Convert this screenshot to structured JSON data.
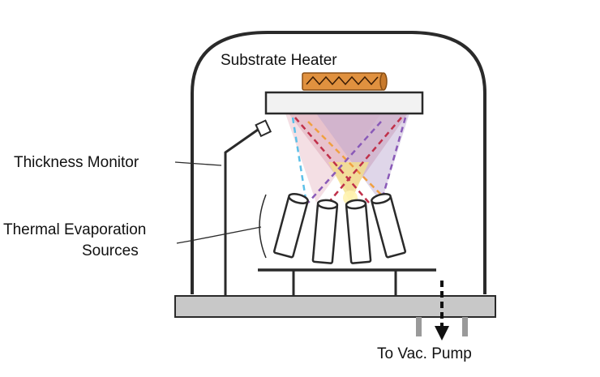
{
  "labels": {
    "substrate_heater": "Substrate Heater",
    "thickness_monitor": "Thickness Monitor",
    "evaporation_sources_line1": "Thermal Evaporation",
    "evaporation_sources_line2": "Sources",
    "vacuum_pump": "To Vac. Pump"
  },
  "colors": {
    "outline": "#2a2a2a",
    "base_plate": "#c8c8c8",
    "heater": "#e0913f",
    "substrate_plate": "#f2f2f2",
    "plume_pink": "#d9a0b0",
    "plume_purple": "#b7a3cf",
    "plume_yellow": "#f4e08a",
    "beam_blue": "#5cc0e8",
    "beam_red": "#c0304a",
    "beam_purple": "#8a5ab8",
    "beam_orange": "#f0a040"
  }
}
